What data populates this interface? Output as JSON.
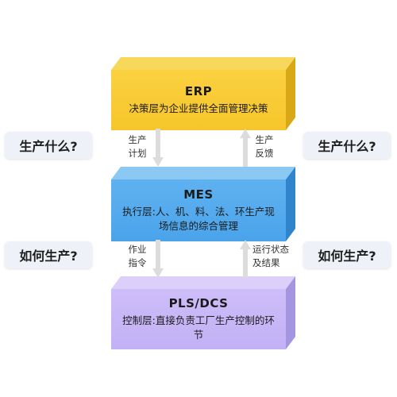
{
  "layers": {
    "erp": {
      "title": "ERP",
      "desc": "决策层为企业提供全面管理决策"
    },
    "mes": {
      "title": "MES",
      "desc": "执行层:人、机、料、法、环生产现场信息的综合管理"
    },
    "pls": {
      "title": "PLS/DCS",
      "desc": "控制层:直接负责工厂生产控制的环节"
    }
  },
  "callouts": {
    "left_top": "生产什么?",
    "right_top": "生产什么?",
    "left_bottom": "如何生产?",
    "right_bottom": "如何生产?"
  },
  "arrows": {
    "plan": "生产\n计划",
    "feedback": "生产\n反馈",
    "instruction": "作业\n指令",
    "status": "运行状态\n及结果"
  },
  "colors": {
    "erp": "#f6c52b",
    "mes": "#4aa3ea",
    "pls": "#c2b1f5",
    "arrow": "#d9d9d9"
  }
}
